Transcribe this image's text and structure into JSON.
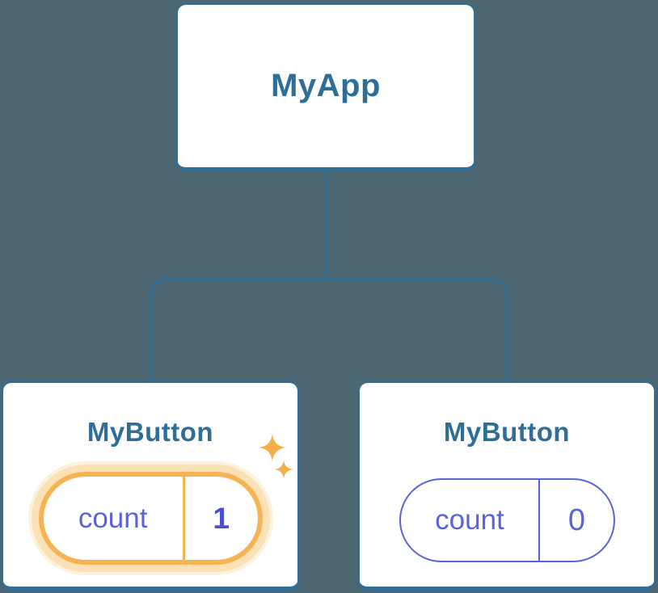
{
  "diagram": {
    "background_color": "#4d6772",
    "connector_color": "#2e6e97",
    "card_background": "#ffffff",
    "card_border_color": "#2e6e97",
    "title_color": "#2e6e97",
    "state_color": "#5b63dc",
    "highlight_border_color": "#f6b354",
    "highlight_glow_color": "#fbe2b6",
    "sparkle_color": "#f6ae49",
    "root": {
      "label": "MyApp"
    },
    "children": [
      {
        "label": "MyButton",
        "state": {
          "key": "count",
          "value": "1"
        },
        "highlighted": true,
        "icon": "sparkles-icon"
      },
      {
        "label": "MyButton",
        "state": {
          "key": "count",
          "value": "0"
        },
        "highlighted": false
      }
    ]
  }
}
